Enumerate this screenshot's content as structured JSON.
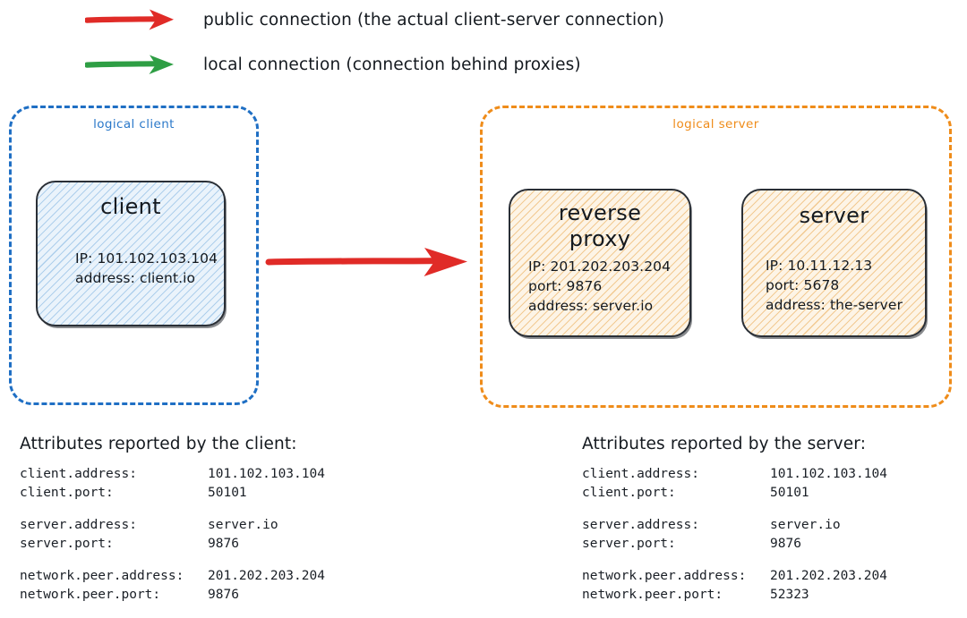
{
  "legend": {
    "items": [
      {
        "icon": "red-right-arrow-icon",
        "color": "#e02b27",
        "label": "public connection (the actual client-server connection)"
      },
      {
        "icon": "green-right-arrow-icon",
        "color": "#2e9e44",
        "label": "local connection (connection behind proxies)"
      }
    ]
  },
  "diagram": {
    "groups": {
      "client": {
        "label": "logical client",
        "border_color": "#1f6fc4"
      },
      "server": {
        "label": "logical server",
        "border_color": "#ef8c1a"
      }
    },
    "connection_arrow": {
      "name": "public-connection-arrow",
      "color": "#e02b27",
      "direction": "right"
    },
    "nodes": {
      "client": {
        "title": "client",
        "attrs": [
          "IP: 101.102.103.104",
          "address: client.io"
        ],
        "fill": "#eaf3fb",
        "hatch_color": "#7cb2e0"
      },
      "reverse_proxy": {
        "title_line1": "reverse",
        "title_line2": "proxy",
        "attrs": [
          "IP: 201.202.203.204",
          "port: 9876",
          "address: server.io"
        ],
        "fill": "#fdf4e6",
        "hatch_color": "#e7a03e"
      },
      "server": {
        "title": "server",
        "attrs": [
          "IP: 10.11.12.13",
          "port: 5678",
          "address: the-server"
        ],
        "fill": "#fdf4e6",
        "hatch_color": "#e7a03e"
      }
    }
  },
  "attributes": {
    "client_panel": {
      "heading": "Attributes reported by the client:",
      "groups": [
        [
          {
            "key": "client.address:",
            "value": "101.102.103.104"
          },
          {
            "key": "client.port:",
            "value": "50101"
          }
        ],
        [
          {
            "key": "server.address:",
            "value": "server.io"
          },
          {
            "key": "server.port:",
            "value": "9876"
          }
        ],
        [
          {
            "key": "network.peer.address:",
            "value": "201.202.203.204"
          },
          {
            "key": "network.peer.port:",
            "value": "9876"
          }
        ]
      ]
    },
    "server_panel": {
      "heading": "Attributes reported by the server:",
      "groups": [
        [
          {
            "key": "client.address:",
            "value": "101.102.103.104"
          },
          {
            "key": "client.port:",
            "value": "50101"
          }
        ],
        [
          {
            "key": "server.address:",
            "value": "server.io"
          },
          {
            "key": "server.port:",
            "value": "9876"
          }
        ],
        [
          {
            "key": "network.peer.address:",
            "value": "201.202.203.204"
          },
          {
            "key": "network.peer.port:",
            "value": "52323"
          }
        ]
      ]
    }
  }
}
